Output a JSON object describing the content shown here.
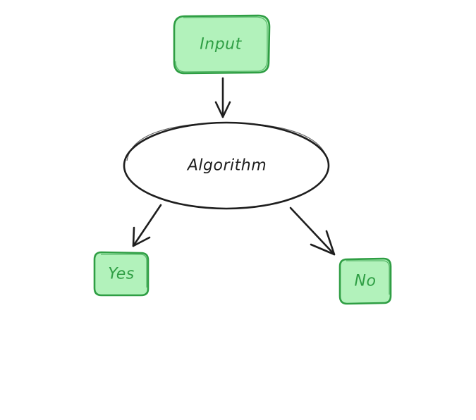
{
  "nodes": {
    "input": {
      "label": "Input",
      "shape": "rounded-rectangle",
      "fill": "#b2f2bb",
      "stroke": "#2f9e44",
      "text_color": "#2f9e44"
    },
    "algorithm": {
      "label": "Algorithm",
      "shape": "ellipse",
      "fill": "#ffffff",
      "stroke": "#1e1e1e",
      "text_color": "#1e1e1e"
    },
    "yes": {
      "label": "Yes",
      "shape": "rounded-rectangle",
      "fill": "#b2f2bb",
      "stroke": "#2f9e44",
      "text_color": "#2f9e44"
    },
    "no": {
      "label": "No",
      "shape": "rounded-rectangle",
      "fill": "#b2f2bb",
      "stroke": "#2f9e44",
      "text_color": "#2f9e44"
    }
  },
  "edges": [
    {
      "from": "input",
      "to": "algorithm"
    },
    {
      "from": "algorithm",
      "to": "yes"
    },
    {
      "from": "algorithm",
      "to": "no"
    }
  ],
  "colors": {
    "edge": "#1e1e1e",
    "background": "#ffffff"
  }
}
